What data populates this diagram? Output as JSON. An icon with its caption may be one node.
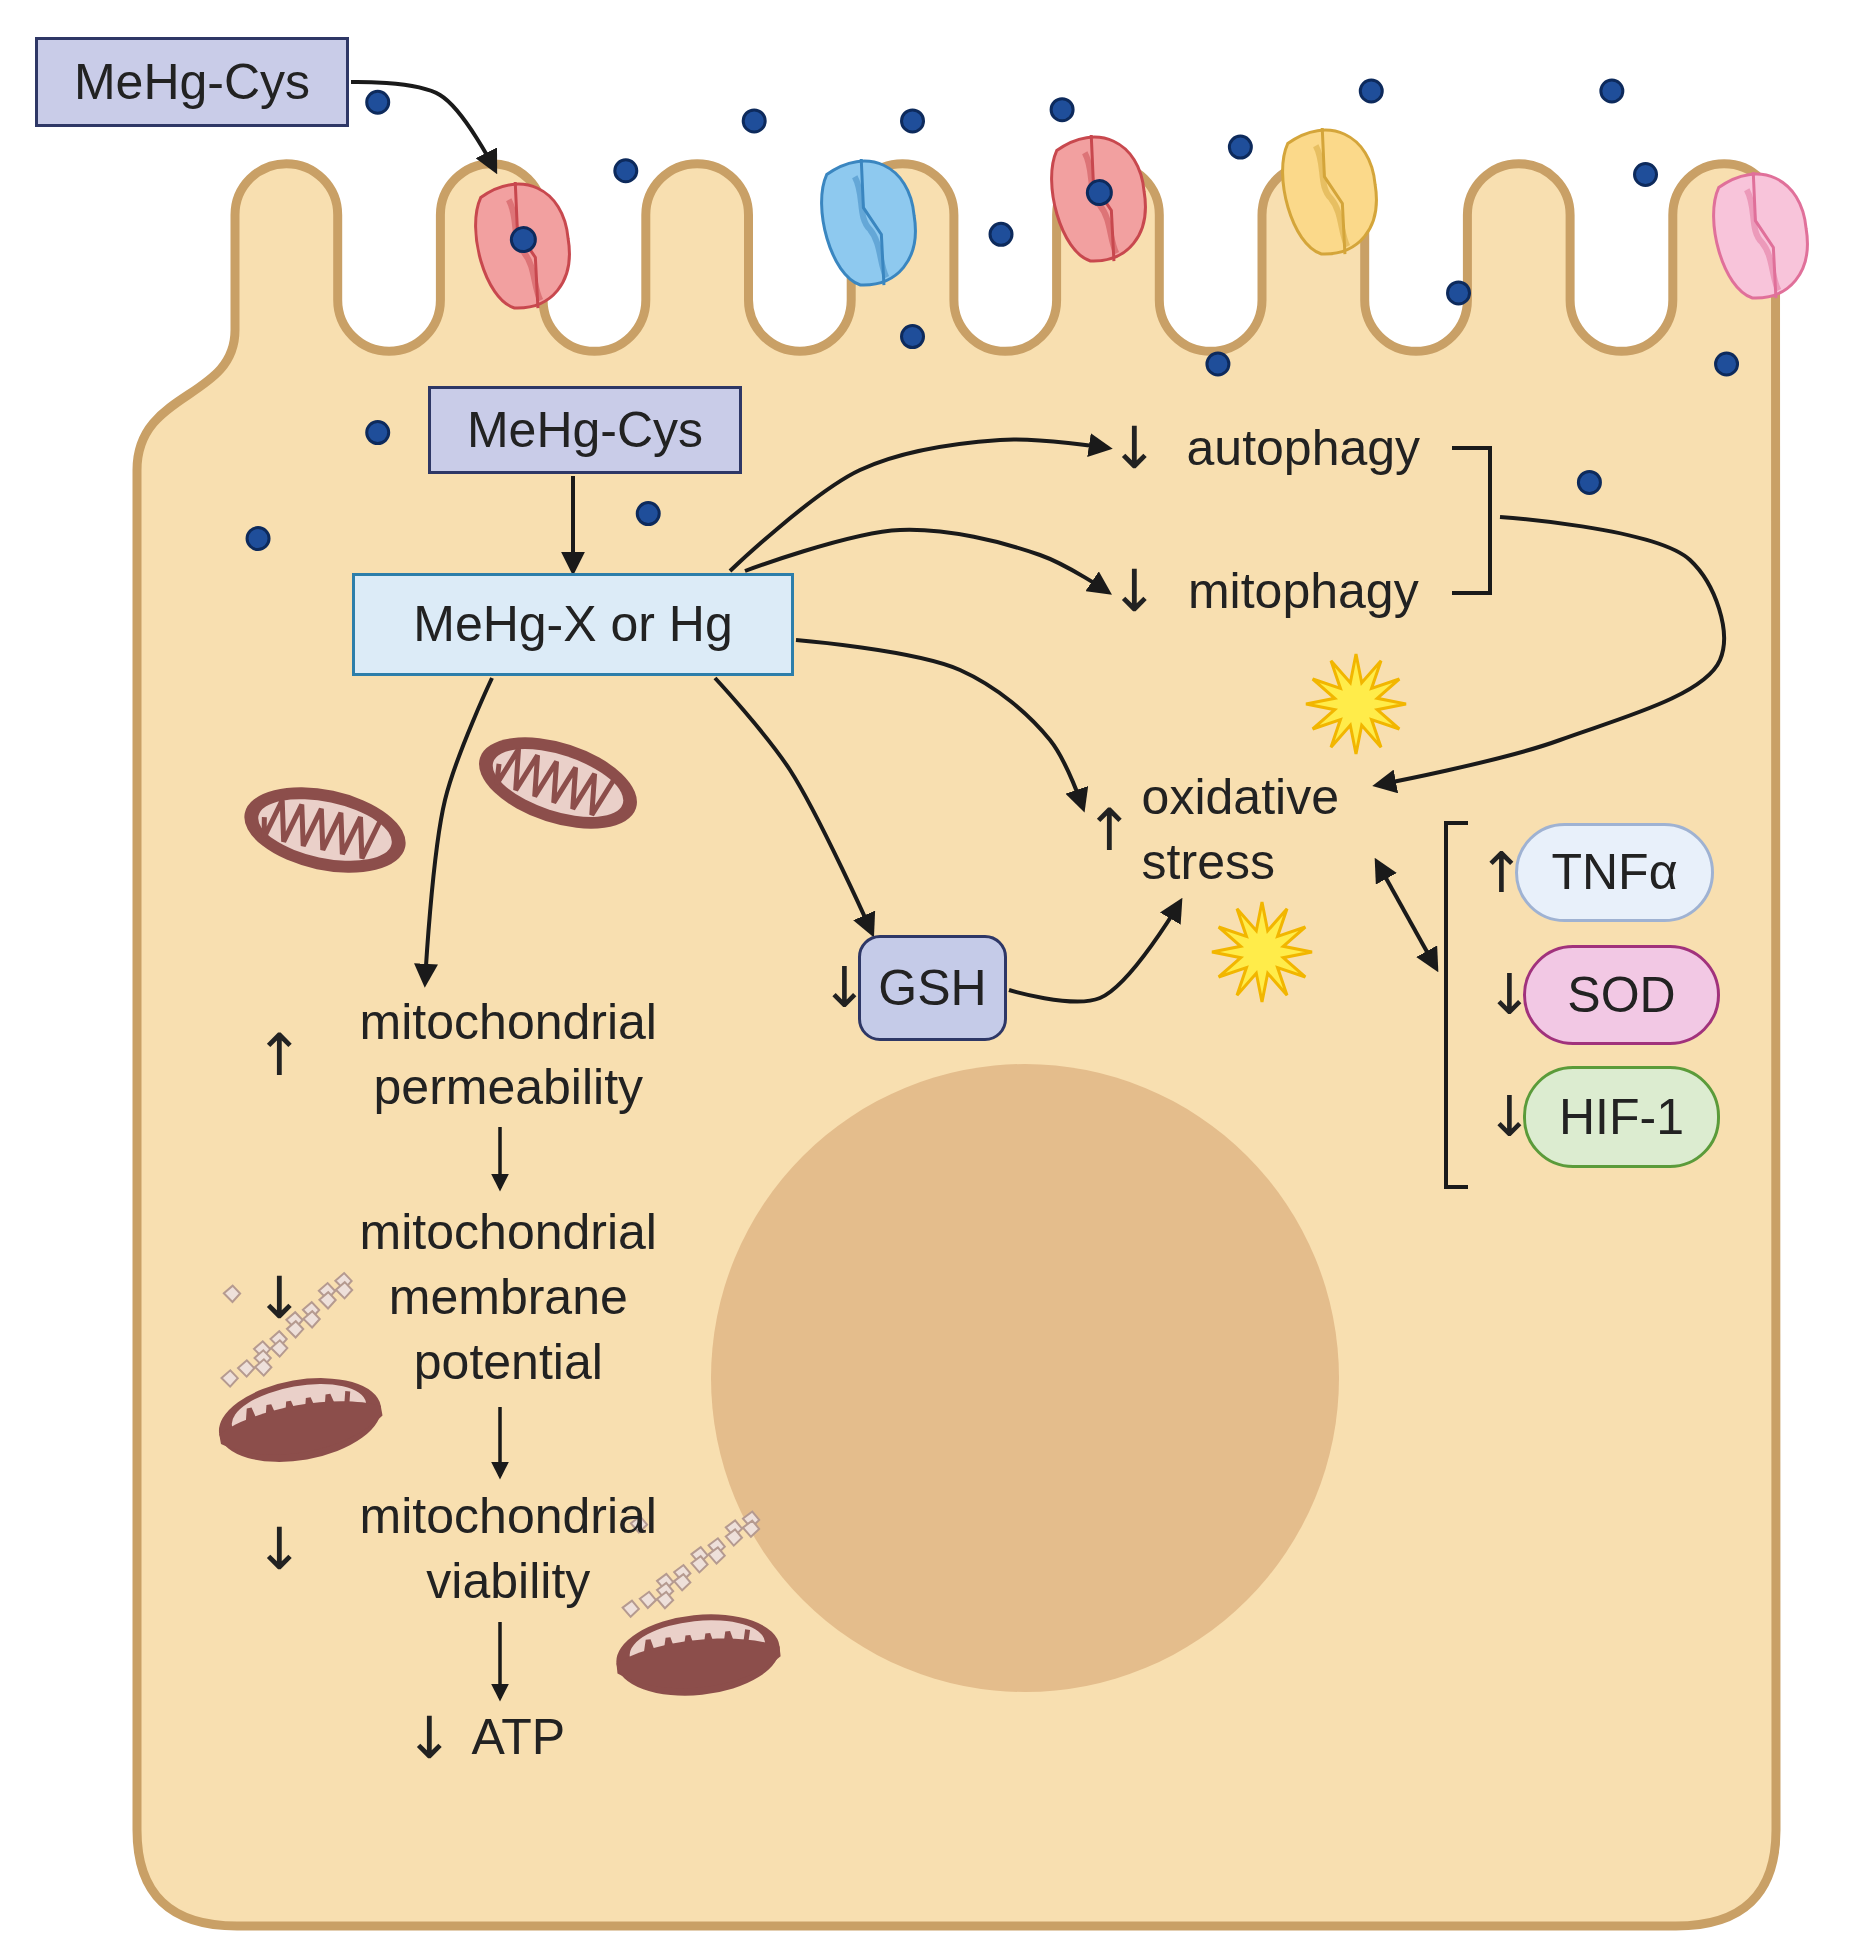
{
  "diagram": {
    "nodes": [
      {
        "text": [
          "MeHg-Cys"
        ]
      },
      {
        "text": [],
        "shape": "picture"
      },
      {
        "text": [
          "MeHg-Cys"
        ]
      },
      {
        "text": [
          "MeHg-X or Hg"
        ]
      },
      {
        "text": [],
        "shape": "bracket"
      },
      {
        "text": [
          "↓",
          "autophagy"
        ],
        "in": 4
      },
      {
        "text": [
          "↓",
          "mitophagy"
        ],
        "in": 4
      },
      {
        "text": [
          "↑",
          "oxidative stress"
        ]
      },
      {
        "text": [
          "GSH"
        ],
        "beside": [
          "↓"
        ]
      },
      {
        "text": [
          "↑",
          "mitochondrial permeability"
        ]
      },
      {
        "text": [
          "↓",
          "mitochondrial membrane potential"
        ]
      },
      {
        "text": [
          "↓",
          "mitochondrial viability"
        ]
      },
      {
        "text": [
          "↓",
          "ATP"
        ]
      },
      {
        "text": [],
        "shape": "bracket"
      },
      {
        "text": [
          "TNFα"
        ],
        "beside": [
          "↑"
        ],
        "in": 13
      },
      {
        "text": [
          "SOD"
        ],
        "beside": [
          "↓"
        ],
        "in": 13
      },
      {
        "text": [
          "HIF-1"
        ],
        "beside": [
          "↓"
        ],
        "in": 13
      }
    ],
    "edges": [
      {
        "from": 0,
        "to": 1,
        "arrow": "to"
      },
      {
        "from": 2,
        "to": 3,
        "arrow": "to"
      },
      {
        "from": 3,
        "to": 5,
        "arrow": "to"
      },
      {
        "from": 3,
        "to": 6,
        "arrow": "to"
      },
      {
        "from": 3,
        "to": 7,
        "arrow": "to"
      },
      {
        "from": 3,
        "to": 8,
        "arrow": "to"
      },
      {
        "from": 3,
        "to": 9,
        "arrow": "to"
      },
      {
        "from": 8,
        "to": 7,
        "arrow": "to"
      },
      {
        "from": 4,
        "to": 7,
        "arrow": "to"
      },
      {
        "from": 7,
        "to": 13,
        "arrow": "both"
      },
      {
        "from": 9,
        "to": 10,
        "arrow": "to"
      },
      {
        "from": 10,
        "to": 11,
        "arrow": "to"
      },
      {
        "from": 11,
        "to": 12,
        "arrow": "to"
      }
    ]
  }
}
